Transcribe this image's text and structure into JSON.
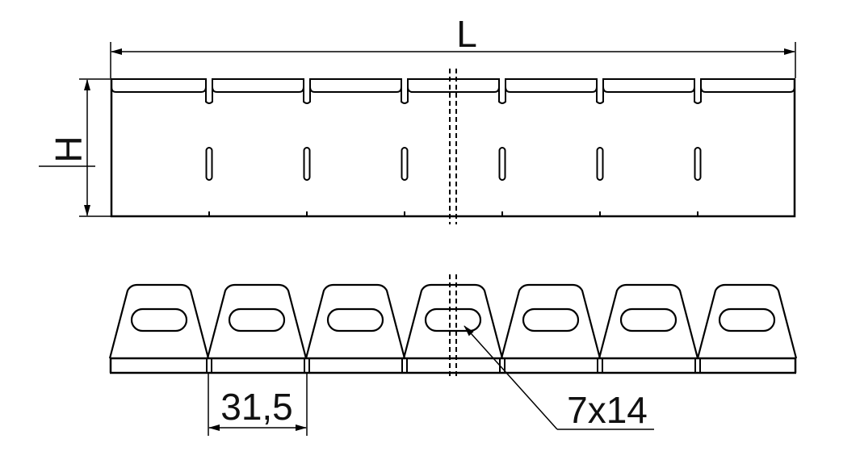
{
  "drawing": {
    "labels": {
      "length": "L",
      "height": "H",
      "pitch": "31,5",
      "slot_size": "7x14"
    },
    "segment_count_top": 7,
    "tab_count_bottom": 7,
    "line_color": "#000000",
    "background_color": "#ffffff"
  }
}
